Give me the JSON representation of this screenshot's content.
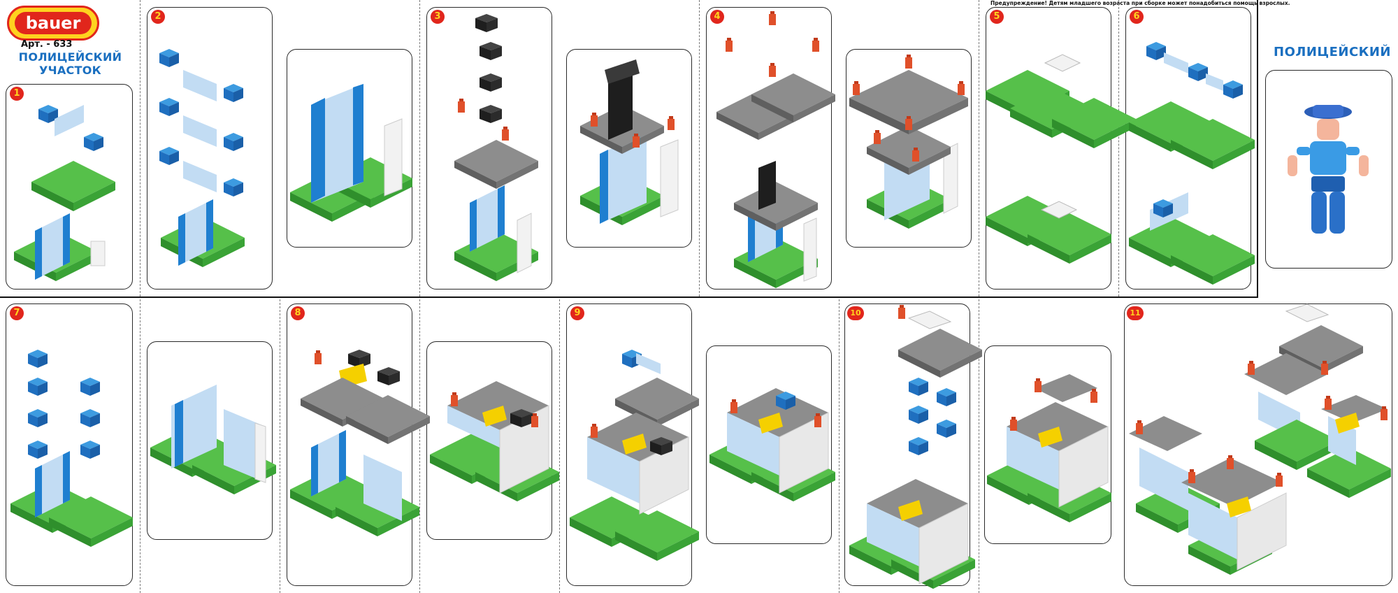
{
  "header": {
    "brand": "bauer",
    "article": "Арт. - 633",
    "title_line1": "ПОЛИЦЕЙСКИЙ",
    "title_line2": "УЧАСТОК",
    "warning": "Предупреждение! Детям младшего возраста при сборке может понадобиться помощь взрослых.",
    "figure_title": "ПОЛИЦЕЙСКИЙ"
  },
  "steps": [
    "1",
    "2",
    "3",
    "4",
    "5",
    "6",
    "7",
    "8",
    "9",
    "10",
    "11"
  ],
  "colors": {
    "brand_red": "#e1261c",
    "brand_yellow": "#ffd21f",
    "title_blue": "#1a6fc0",
    "brick_blue": "#1f7fd0",
    "brick_lightblue": "#b9d9f2",
    "brick_green": "#3fa83a",
    "brick_gray": "#8c8c8c",
    "brick_black": "#2a2a2a",
    "brick_white": "#f2f2f2",
    "brick_orange": "#e0502a",
    "brick_yellow": "#f5d000"
  },
  "icons": [
    "brick-icon",
    "police-figure-icon"
  ]
}
